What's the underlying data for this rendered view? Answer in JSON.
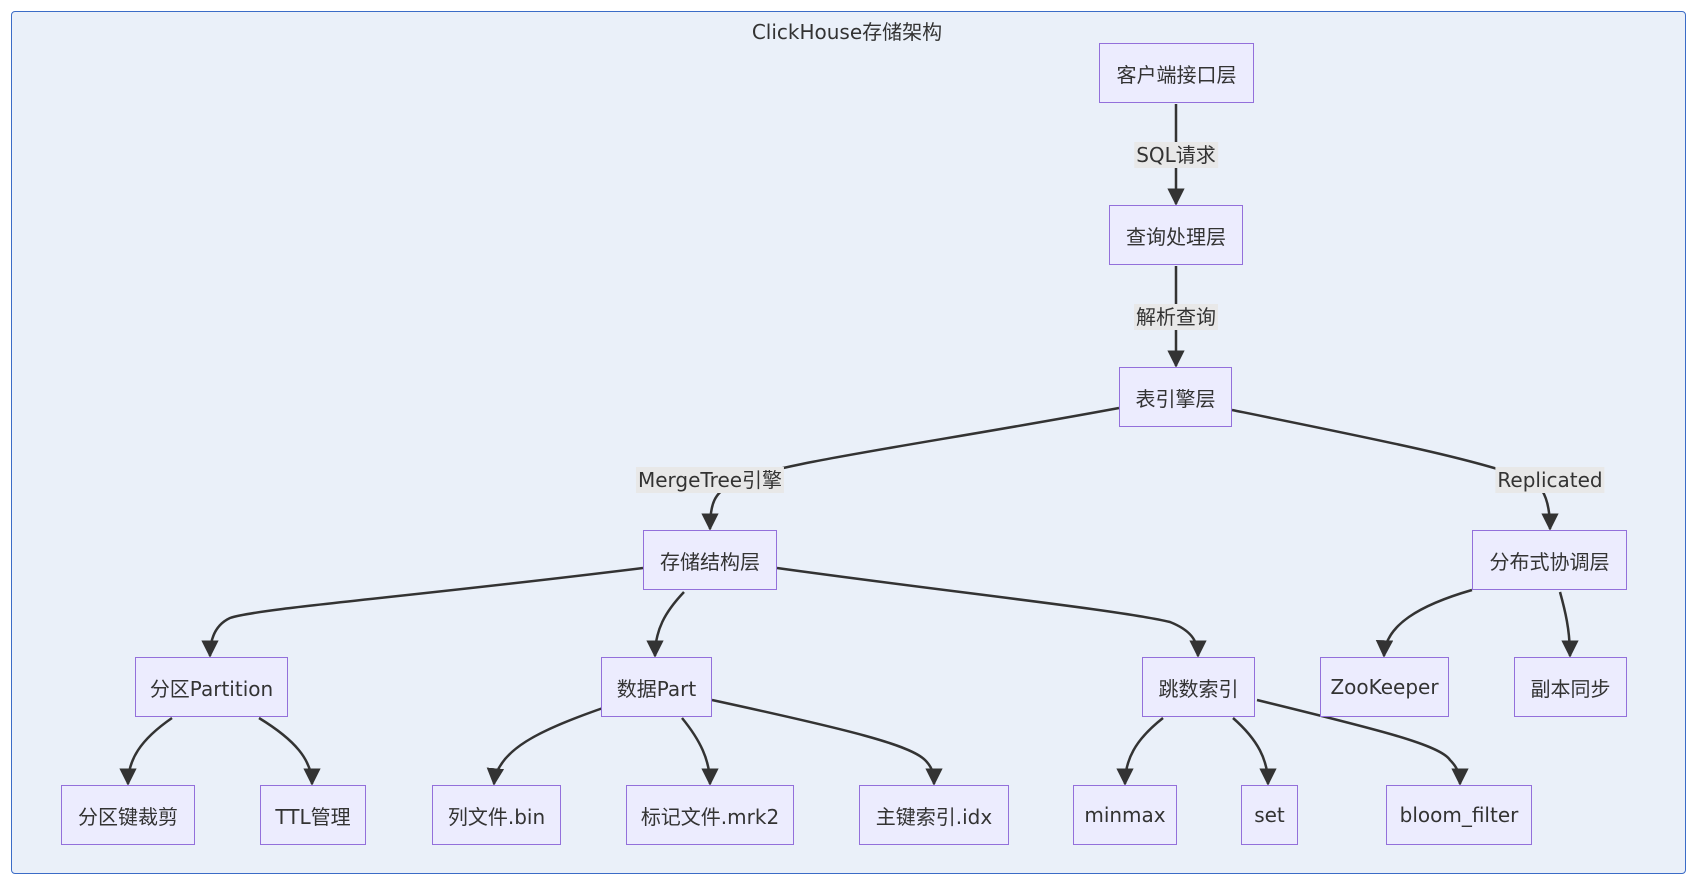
{
  "title": "ClickHouse存储架构",
  "nodes": {
    "client": "客户端接口层",
    "query": "查询处理层",
    "engine": "表引擎层",
    "storage": "存储结构层",
    "dist": "分布式协调层",
    "partition": "分区Partition",
    "part": "数据Part",
    "skip": "跳数索引",
    "zk": "ZooKeeper",
    "replica": "副本同步",
    "prune": "分区键裁剪",
    "ttl": "TTL管理",
    "bin": "列文件.bin",
    "mrk": "标记文件.mrk2",
    "idx": "主键索引.idx",
    "minmax": "minmax",
    "set": "set",
    "bloom": "bloom_filter"
  },
  "edges": {
    "sql": "SQL请求",
    "parse": "解析查询",
    "mergetree": "MergeTree引擎",
    "replicated": "Replicated"
  },
  "colors": {
    "node_fill": "#ececfe",
    "node_border": "#9370db",
    "frame_fill": "#eaf0f9",
    "frame_border": "#3b6cc7",
    "edge": "#333333"
  }
}
